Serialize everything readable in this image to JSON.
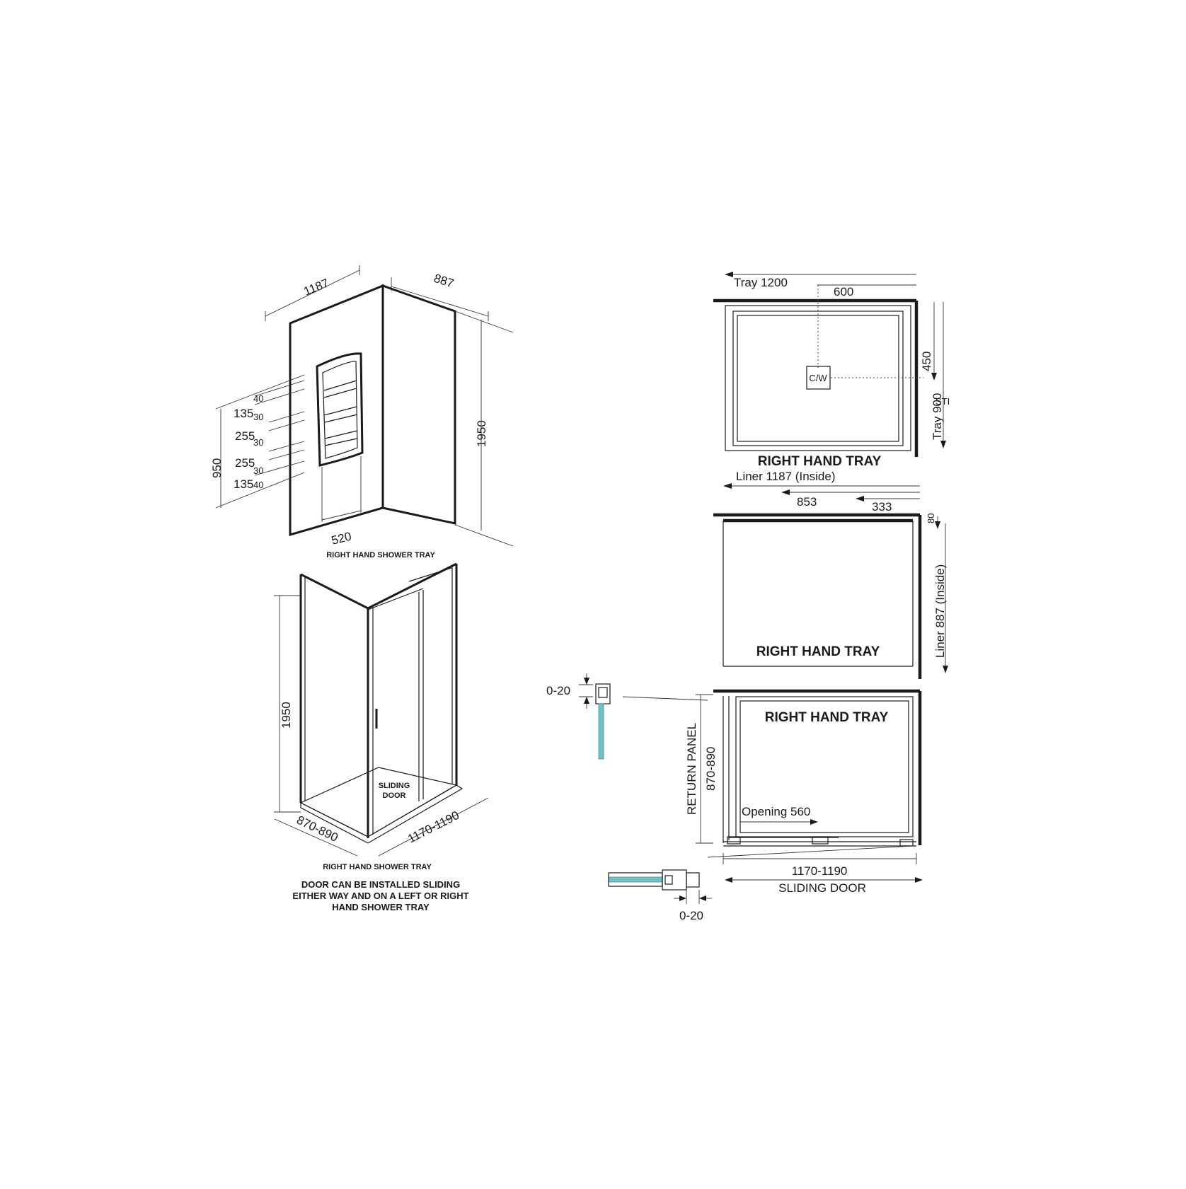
{
  "iso_top": {
    "width": "1187",
    "depth": "887",
    "height": "1950",
    "left_height": "950",
    "shelf_dims": [
      "40",
      "135",
      "30",
      "255",
      "30",
      "255",
      "30",
      "135",
      "40"
    ],
    "shelf_width": "520",
    "caption": "RIGHT HAND SHOWER TRAY"
  },
  "iso_bottom": {
    "height": "1950",
    "door_label_1": "SLIDING",
    "door_label_2": "DOOR",
    "depth_range": "870-890",
    "width_range": "1170-1190",
    "caption": "RIGHT HAND SHOWER TRAY",
    "note_1": "DOOR CAN BE INSTALLED SLIDING",
    "note_2": "EITHER WAY AND ON A LEFT OR RIGHT",
    "note_3": "HAND SHOWER TRAY"
  },
  "tray_plan": {
    "tray_width": "Tray 1200",
    "waste_offset_x": "600",
    "waste_offset_y": "450",
    "tray_depth": "Tray 900",
    "side_mark": "STI",
    "waste_label": "C/W",
    "title": "RIGHT HAND TRAY"
  },
  "liner_plan": {
    "liner_width": "Liner 1187 (Inside)",
    "offset_1": "853",
    "offset_2": "333",
    "top_gap": "80",
    "liner_depth": "Liner 887 (Inside)",
    "title": "RIGHT HAND TRAY"
  },
  "enclosure_plan": {
    "title": "RIGHT HAND TRAY",
    "return_panel": "RETURN PANEL",
    "return_range": "870-890",
    "opening": "Opening 560",
    "width_range": "1170-1190",
    "door_label": "SLIDING DOOR",
    "adjust_top": "0-20",
    "adjust_bottom": "0-20"
  },
  "colors": {
    "line": "#1a1a1a",
    "glass": "#6fc3c9",
    "background": "#ffffff"
  }
}
